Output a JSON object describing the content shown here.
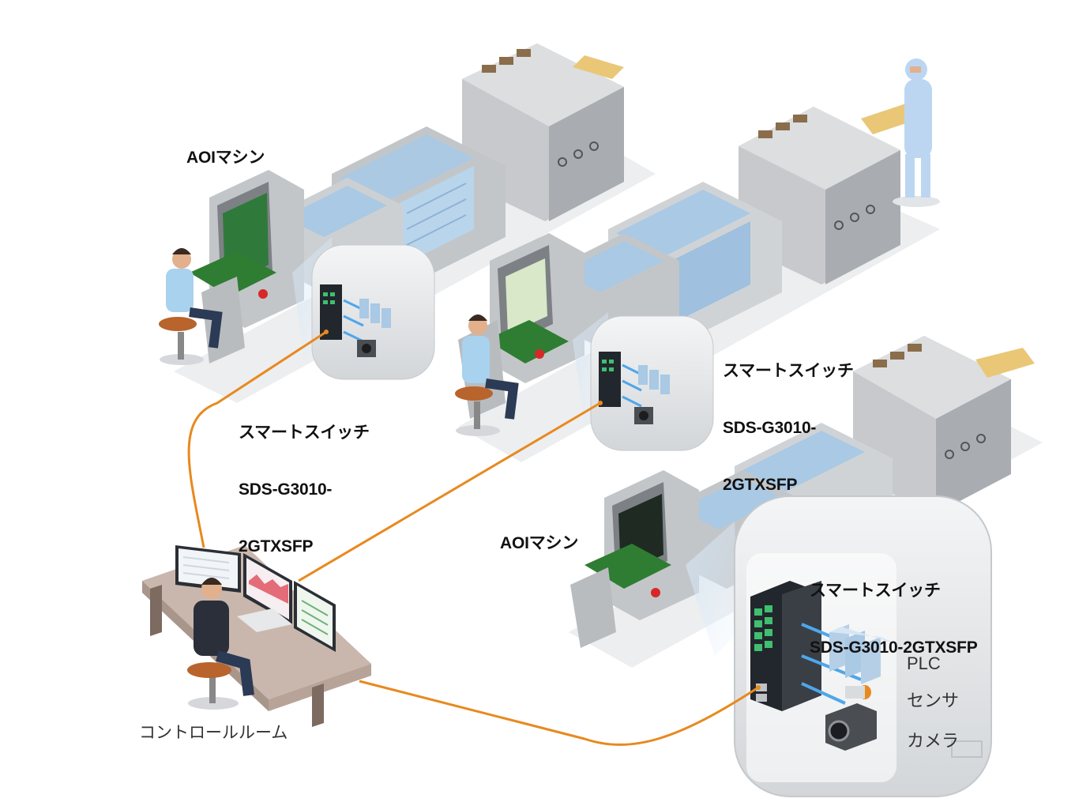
{
  "labels": {
    "aoi_top": "AOIマシン",
    "aoi_bottom": "AOIマシン",
    "switch_left_line1": "スマートスイッチ",
    "switch_left_line2": "SDS-G3010-",
    "switch_left_line3": "2GTXSFP",
    "switch_mid_line1": "スマートスイッチ",
    "switch_mid_line2": "SDS-G3010-",
    "switch_mid_line3": "2GTXSFP",
    "switch_big_line1": "スマートスイッチ",
    "switch_big_line2": "SDS-G3010-2GTXSFP",
    "plc": "PLC",
    "sensor": "センサ",
    "camera": "カメラ",
    "control_room": "コントロールルーム"
  },
  "colors": {
    "cable": "#e8891e",
    "machine_body": "#c9cbcd",
    "machine_dark": "#8f9397",
    "glass": "#a9c9e4",
    "board": "#2e7d32",
    "floor_shadow": "#eceef0",
    "operator_shirt": "#a8d2ee",
    "operator_pants": "#2b3a55",
    "admin_shirt": "#2a2f3a",
    "chair": "#b8642c",
    "desk": "#c9b7ad",
    "conveyor_board": "#e9c777",
    "cleanroom_suit": "#bcd6f2",
    "switch_body": "#22272d",
    "switch_port": "#3fbf6f",
    "link_blue": "#4fa6ea"
  }
}
